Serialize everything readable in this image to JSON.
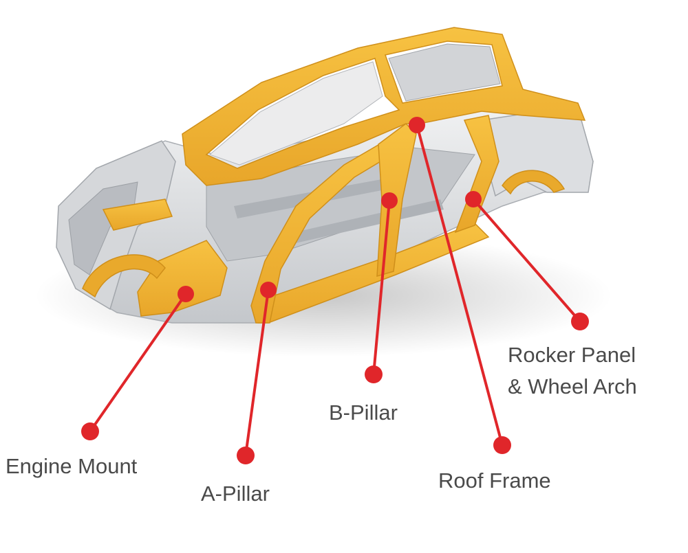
{
  "colors": {
    "background": "#ffffff",
    "frame_yellow": "#f2b632",
    "frame_yellow_dark": "#d9961c",
    "steel_light": "#e6e7e9",
    "steel_mid": "#c9cbcf",
    "steel_dark": "#9fa3a8",
    "callout_red": "#e0262a",
    "label_text": "#4a4a4a"
  },
  "icons": {
    "car": "car-body-in-white-icon"
  },
  "callouts": [
    {
      "id": "engine-mount",
      "lines": [
        "Engine Mount"
      ]
    },
    {
      "id": "a-pillar",
      "lines": [
        "A-Pillar"
      ]
    },
    {
      "id": "b-pillar",
      "lines": [
        "B-Pillar"
      ]
    },
    {
      "id": "roof-frame",
      "lines": [
        "Roof Frame"
      ]
    },
    {
      "id": "rocker-panel",
      "lines": [
        "Rocker Panel",
        "& Wheel Arch"
      ]
    }
  ]
}
